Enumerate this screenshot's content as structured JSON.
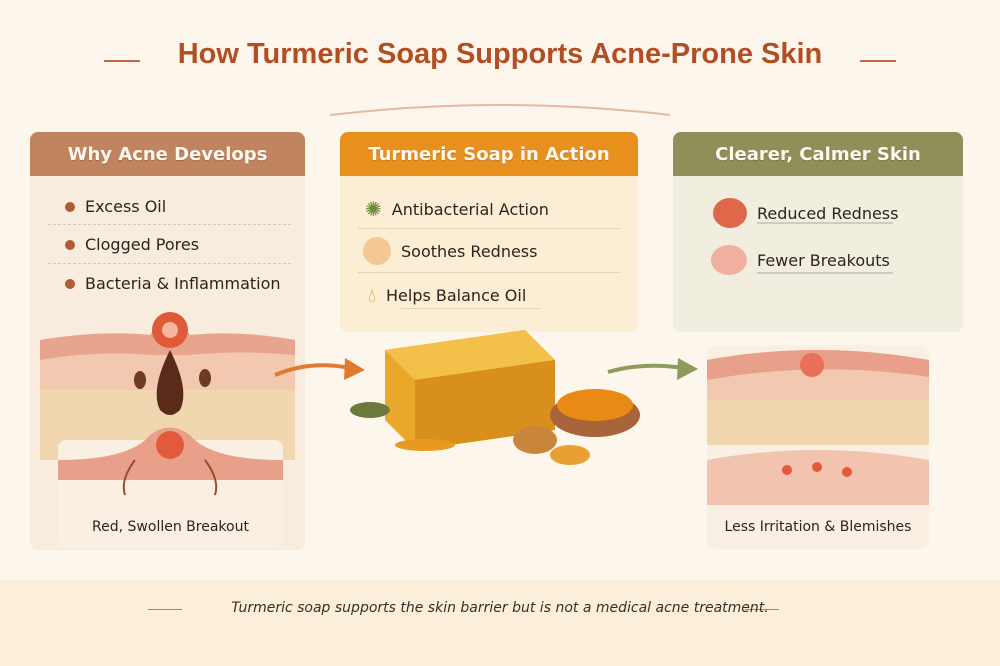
{
  "title": "How Turmeric Soap Supports Acne-Prone Skin",
  "columns": [
    {
      "heading": "Why Acne Develops",
      "color": "#c0855e",
      "items": [
        "Excess Oil",
        "Clogged Pores",
        "Bacteria & Inflammation"
      ],
      "caption": "Red, Swollen Breakout"
    },
    {
      "heading": "Turmeric Soap in Action",
      "color": "#e8901e",
      "items": [
        {
          "icon": "germ-icon",
          "label": "Antibacterial Action"
        },
        {
          "icon": "calm-face-icon",
          "label": "Soothes Redness"
        },
        {
          "icon": "oil-drop-icon",
          "label": "Helps Balance Oil"
        }
      ]
    },
    {
      "heading": "Clearer, Calmer Skin",
      "color": "#8f8f5a",
      "items": [
        {
          "icon": "reduced-redness-icon",
          "label": "Reduced Redness"
        },
        {
          "icon": "skin-cross-section-icon",
          "label": "Fewer Breakouts"
        }
      ],
      "caption": "Less Irritation & Blemishes"
    }
  ],
  "footnote": "Turmeric soap supports the skin barrier but is not a medical acne treatment."
}
